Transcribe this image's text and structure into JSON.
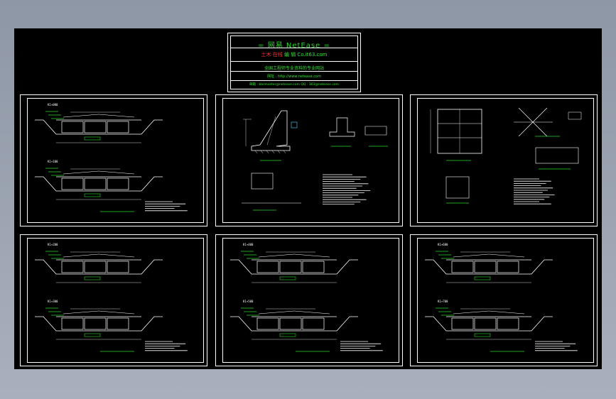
{
  "title_block": {
    "title": "=  网易 NetEase  =",
    "subtitle_red": "土木 在线",
    "subtitle_green": "编 辑   Co.it63.com",
    "line3": "全国工程师专业资料的专业网站",
    "line4": "网址 : http://www.netease.com",
    "line5": "邮箱 : bbsmaster@netease.com  QQ : 163@netease.com"
  },
  "sheets": [
    {
      "name": "sheet-cross-sections-1",
      "type": "section",
      "marks": [
        "K1+000",
        "K1+100"
      ]
    },
    {
      "name": "sheet-retaining-wall-detail",
      "type": "wall"
    },
    {
      "name": "sheet-culvert-plan",
      "type": "plan"
    },
    {
      "name": "sheet-cross-sections-2",
      "type": "section",
      "marks": [
        "K1+200",
        "K1+300"
      ]
    },
    {
      "name": "sheet-cross-sections-3",
      "type": "section",
      "marks": [
        "K1+400",
        "K1+500"
      ]
    },
    {
      "name": "sheet-cross-sections-4",
      "type": "section",
      "marks": [
        "K1+600",
        "K1+700"
      ]
    }
  ],
  "colors": {
    "background": "#000000",
    "line": "#ffffff",
    "accent": "#2bd92b",
    "warn": "#ff3030",
    "yellow": "#ffff40",
    "cyan": "#40e0ff"
  }
}
